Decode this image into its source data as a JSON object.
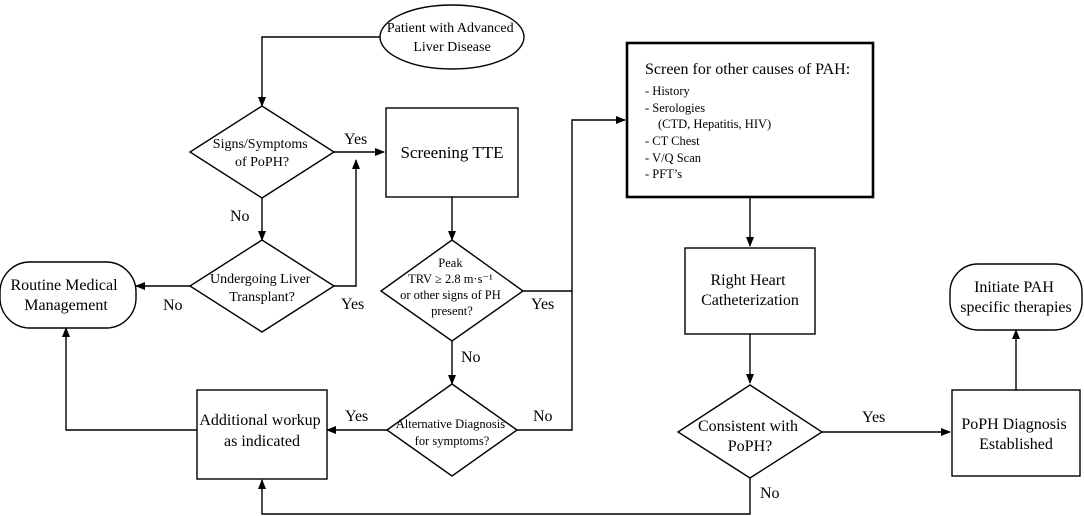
{
  "nodes": {
    "start": {
      "lines": [
        "Patient with Advanced",
        "Liver Disease"
      ]
    },
    "signs": {
      "lines": [
        "Signs/Symptoms",
        "of PoPH?"
      ]
    },
    "transplant": {
      "lines": [
        "Undergoing Liver",
        "Transplant?"
      ]
    },
    "routine": {
      "lines": [
        "Routine Medical",
        "Management"
      ]
    },
    "tte": {
      "lines": [
        "Screening TTE"
      ]
    },
    "trv": {
      "lines": [
        "Peak",
        "TRV ≥ 2.8 m·s⁻¹",
        "or other signs of PH",
        "present?"
      ]
    },
    "altdx": {
      "lines": [
        "Alternative Diagnosis",
        "for symptoms?"
      ]
    },
    "workup": {
      "lines": [
        "Additional workup",
        "as indicated"
      ]
    },
    "screen": {
      "title": "Screen for other causes of PAH:",
      "items": [
        "- History",
        "- Serologies",
        "(CTD, Hepatitis, HIV)",
        "- CT Chest",
        "- V/Q Scan",
        "- PFT’s"
      ]
    },
    "rhc": {
      "lines": [
        "Right Heart",
        "Catheterization"
      ]
    },
    "consistent": {
      "lines": [
        "Consistent with",
        "PoPH?"
      ]
    },
    "established": {
      "lines": [
        "PoPH Diagnosis",
        "Established"
      ]
    },
    "initiate": {
      "lines": [
        "Initiate PAH",
        "specific therapies"
      ]
    }
  },
  "edge_labels": {
    "signs_yes": "Yes",
    "signs_no": "No",
    "transplant_yes": "Yes",
    "transplant_no": "No",
    "trv_yes": "Yes",
    "trv_no": "No",
    "altdx_yes": "Yes",
    "altdx_no": "No",
    "consistent_yes": "Yes",
    "consistent_no": "No"
  }
}
